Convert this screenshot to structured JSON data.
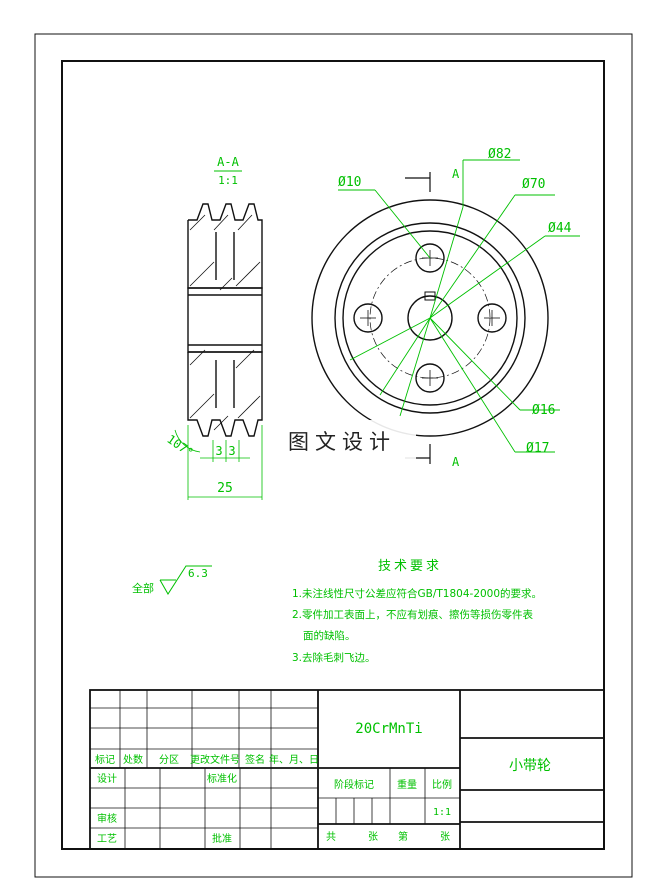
{
  "section": {
    "label": "A-A",
    "scale": "1:1"
  },
  "view_marker": "A",
  "view_marker_bottom": "A",
  "dims": {
    "d82": "Ø82",
    "d70": "Ø70",
    "d44": "Ø44",
    "d10": "Ø10",
    "d16": "Ø16",
    "d17": "Ø17",
    "angle": "107°",
    "groove_a": "3",
    "groove_b": "3",
    "width": "25"
  },
  "roughness": {
    "label": "全部",
    "value": "6.3"
  },
  "tech": {
    "title": "技术要求",
    "items": [
      "1.未注线性尺寸公差应符合GB/T1804-2000的要求。",
      "2.零件加工表面上，不应有划痕、擦伤等损伤零件表",
      "面的缺陷。",
      "3.去除毛刺飞边。"
    ]
  },
  "watermark": "图文设计",
  "title_block": {
    "material": "20CrMnTi",
    "part_name": "小带轮",
    "revision_headers": [
      "标记",
      "处数",
      "分区",
      "更改文件号",
      "签名",
      "年、月、日"
    ],
    "design": "设计",
    "standardize": "标准化",
    "check": "审核",
    "process": "工艺",
    "approve": "批准",
    "stage_mark": "阶段标记",
    "weight": "重量",
    "ratio": "比例",
    "ratio_value": "1:1",
    "total": "共",
    "sheets": "张",
    "sheet_no": "第",
    "sheets2": "张"
  }
}
